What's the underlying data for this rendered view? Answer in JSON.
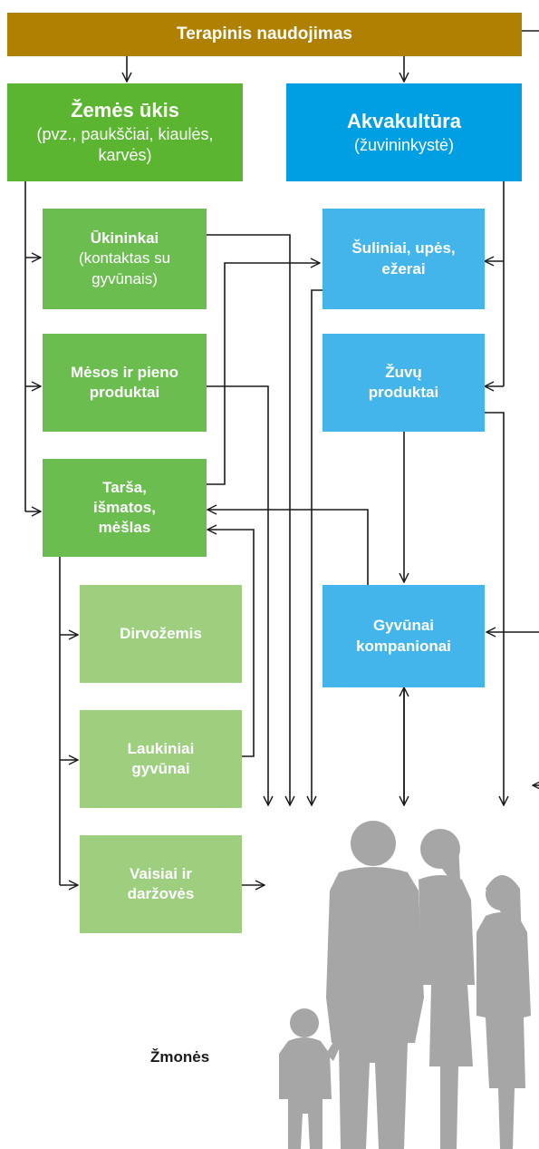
{
  "header": {
    "title": "Terapinis naudojimas"
  },
  "agriculture": {
    "title": "Žemės ūkis",
    "subtitle": "(pvz., paukščiai, kiaulės, karvės)"
  },
  "aquaculture": {
    "title": "Akvakultūra",
    "subtitle": "(žuvininkystė)"
  },
  "farmers": {
    "title": "Ūkininkai",
    "subtitle": "(kontaktas su gyvūnais)"
  },
  "meat_dairy": {
    "title": "Mėsos ir pieno produktai"
  },
  "waste": {
    "title": "Tarša, išmatos, mėšlas"
  },
  "soil": {
    "title": "Dirvožemis"
  },
  "wild_animals": {
    "title": "Laukiniai gyvūnai"
  },
  "fruits_veg": {
    "title": "Vaisiai ir daržovės"
  },
  "wells": {
    "title": "Šuliniai, upės, ežerai"
  },
  "fish_products": {
    "title": "Žuvų produktai"
  },
  "pets": {
    "title": "Gyvūnai kompanionai"
  },
  "people": {
    "label": "Žmonės"
  },
  "colors": {
    "header": "#b08003",
    "agriculture": "#5cb531",
    "aquaculture": "#009ee3",
    "green_mid": "#6bbd4f",
    "green_light": "#9dcf7e",
    "blue_light": "#43b5ea",
    "silhouette": "#a6a6a6"
  }
}
